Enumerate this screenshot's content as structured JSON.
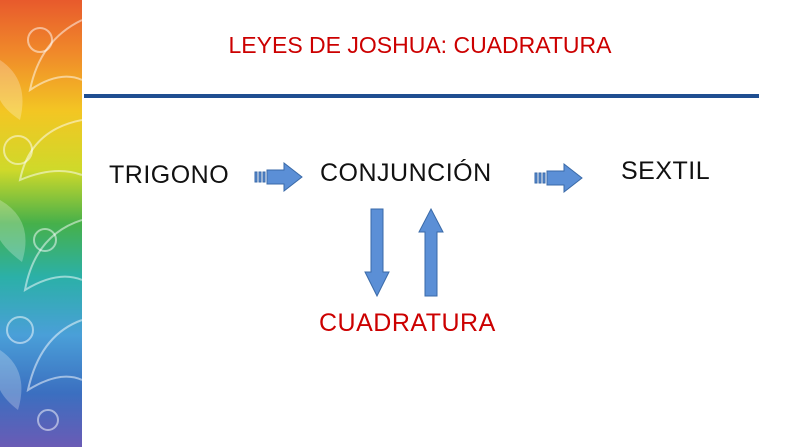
{
  "title": "LEYES DE JOSHUA: CUADRATURA",
  "nodes": {
    "trigono": "TRIGONO",
    "conjuncion": "CONJUNCIÓN",
    "sextil": "SEXTIL",
    "cuadratura": "CUADRATURA"
  },
  "colors": {
    "title": "#cc0000",
    "rule": "#1f4e91",
    "arrow_fill": "#5b8fd6",
    "arrow_stroke": "#3a6aa8",
    "cuadratura_label": "#cc0000"
  },
  "decoration": {
    "left_strip": "colorful-mandala-art"
  }
}
